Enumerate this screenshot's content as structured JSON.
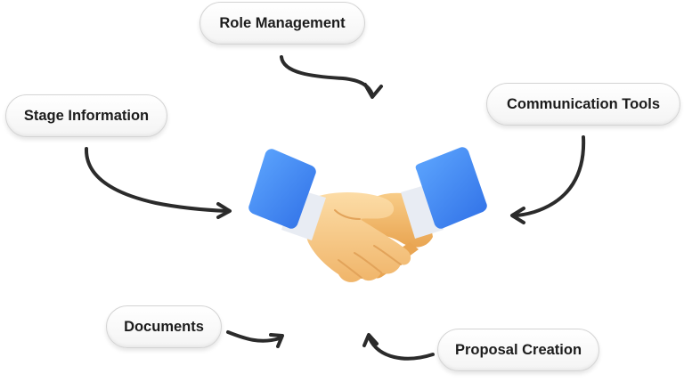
{
  "labels": {
    "role_management": "Role Management",
    "stage_information": "Stage Information",
    "communication_tools": "Communication Tools",
    "documents": "Documents",
    "proposal_creation": "Proposal Creation"
  },
  "center_icon": "handshake-icon",
  "colors": {
    "sleeve": "#3b82f6",
    "skin": "#f5c27a",
    "arrow": "#2b2b2b"
  }
}
